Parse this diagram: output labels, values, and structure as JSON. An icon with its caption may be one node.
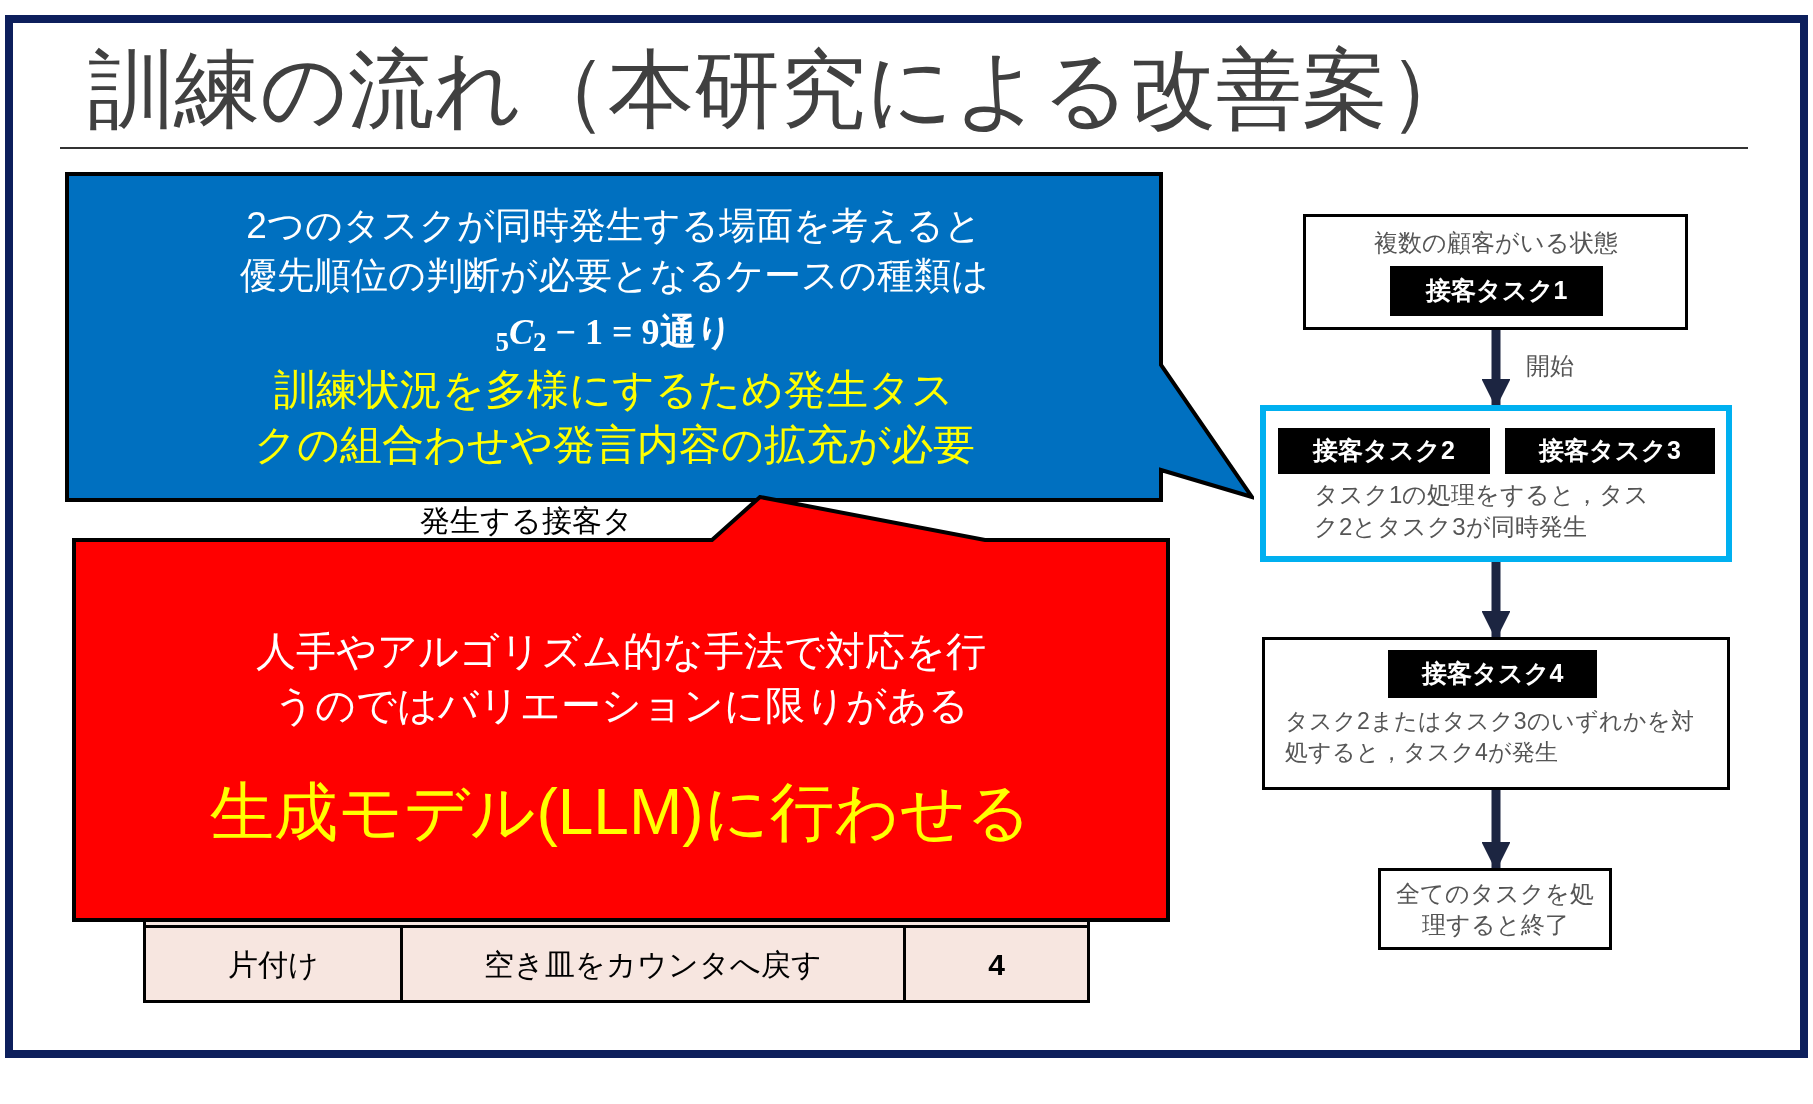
{
  "diagram": {
    "title": "訓練の流れ（本研究による改善案）",
    "nodes": [
      {
        "text": [
          "2つのタスクが同時発生する場面を考えると優先順位の判断が必要となるケースの種類は",
          "$_{5}$*C*$_{2}$ − 1 = 9通り",
          "訓練状況を多様にするため発生タスクの組合わせや発言内容の拡充が必要"
        ]
      },
      {
        "text": [
          "人手やアルゴリズム的な手法で対応を行うのではバリエーションに限りがある",
          "生成モデル(LLM)に行わせる"
        ]
      },
      {
        "text": [
          "複数の顧客がいる状態"
        ]
      },
      {
        "text": [
          "接客タスク1"
        ],
        "in": 2
      },
      {
        "text": [
          "タスク1の処理をすると，タスク2とタスク3が同時発生"
        ]
      },
      {
        "text": [
          "接客タスク2"
        ],
        "in": 4
      },
      {
        "text": [
          "接客タスク3"
        ],
        "in": 4
      },
      {
        "text": [
          "タスク2またはタスク3のいずれかを対処すると，タスク4が発生"
        ]
      },
      {
        "text": [
          "接客タスク4"
        ],
        "in": 7
      },
      {
        "text": [
          "全てのタスクを処理すると終了"
        ]
      }
    ],
    "edges": [
      {
        "from": 2,
        "to": 4,
        "arrow": "to",
        "label": "開始"
      },
      {
        "from": 4,
        "to": 7,
        "arrow": "to"
      },
      {
        "from": 7,
        "to": 9,
        "arrow": "to"
      }
    ],
    "labels": [
      "発生する接客タ",
      "片付け",
      "空き皿をカウンタへ戻す",
      "4"
    ]
  }
}
